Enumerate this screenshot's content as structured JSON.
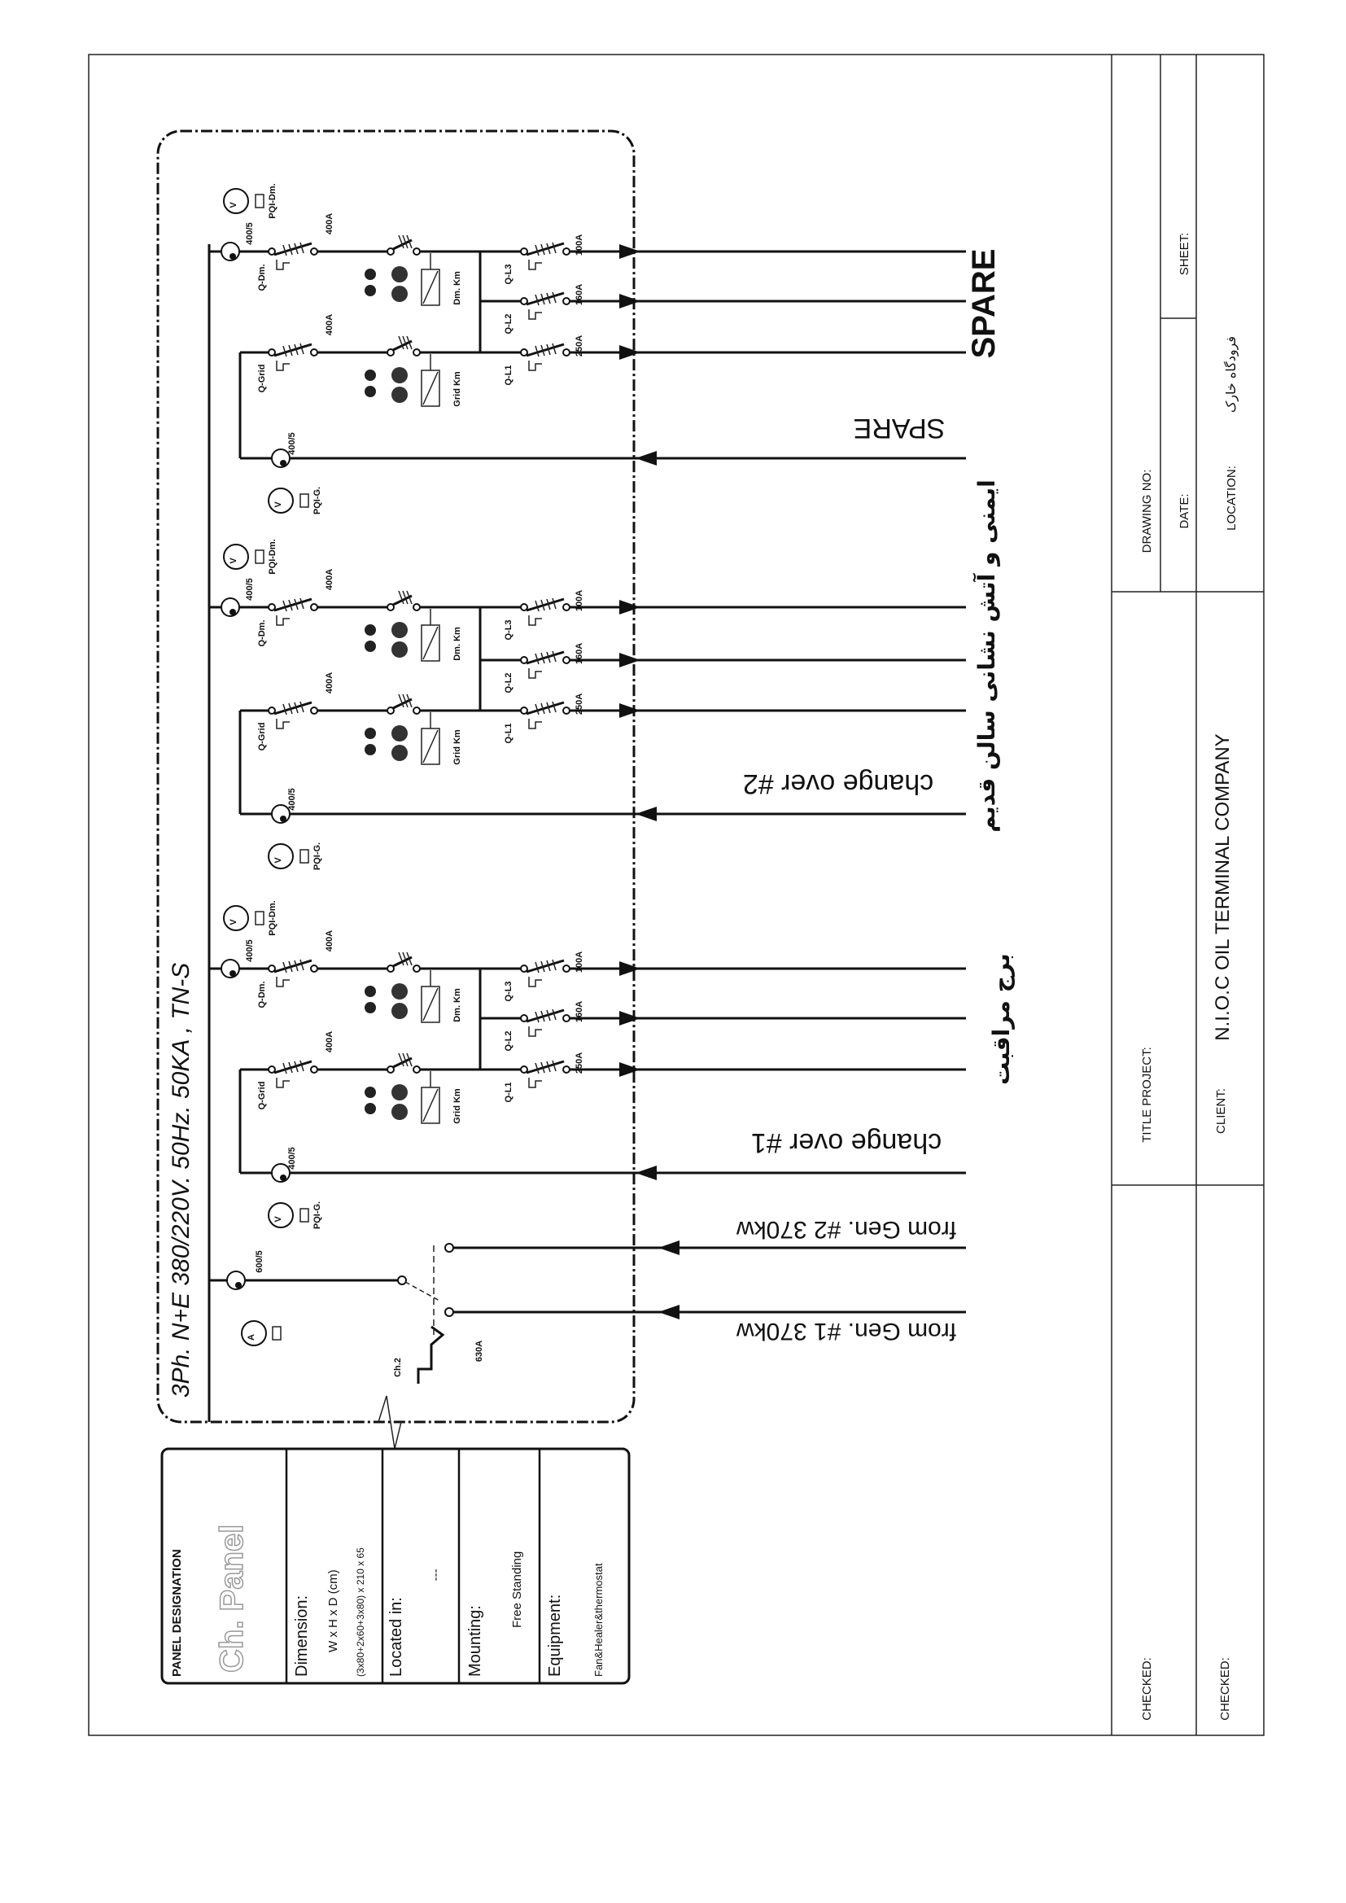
{
  "header": "3Ph.  N+E  380/220V.  50Hz.  50KA  ,  TN-S",
  "groups": [
    {
      "q_dm": "Q-Dm.",
      "q_grid": "Q-Grid",
      "dm_km": "Dm. Km",
      "grid_km": "Grid Km",
      "q_l1": "Q-L1",
      "q_l2": "Q-L2",
      "q_l3": "Q-L3",
      "r_dm": "400A",
      "r_grid": "400A",
      "r_l1": "250A",
      "r_l2": "160A",
      "r_l3": "100A",
      "ct_dm": "400/5",
      "ct_grid": "400/5",
      "v_dm": "V",
      "v_grid": "V",
      "pqi_dm": "PQI-Dm.",
      "pqi_grid": "PQI-G.",
      "input_label": "SPARE",
      "output_label": "SPARE"
    },
    {
      "q_dm": "Q-Dm.",
      "q_grid": "Q-Grid",
      "dm_km": "Dm. Km",
      "grid_km": "Grid Km",
      "q_l1": "Q-L1",
      "q_l2": "Q-L2",
      "q_l3": "Q-L3",
      "r_dm": "400A",
      "r_grid": "400A",
      "r_l1": "250A",
      "r_l2": "160A",
      "r_l3": "100A",
      "ct_dm": "400/5",
      "ct_grid": "400/5",
      "v_dm": "V",
      "v_grid": "V",
      "pqi_dm": "PQI-Dm.",
      "pqi_grid": "PQI-G.",
      "input_label": "change over  #2",
      "output_label": "ایمنی و آتش نشانی سالن قدیم"
    },
    {
      "q_dm": "Q-Dm.",
      "q_grid": "Q-Grid",
      "dm_km": "Dm. Km",
      "grid_km": "Grid Km",
      "q_l1": "Q-L1",
      "q_l2": "Q-L2",
      "q_l3": "Q-L3",
      "r_dm": "400A",
      "r_grid": "400A",
      "r_l1": "250A",
      "r_l2": "160A",
      "r_l3": "100A",
      "ct_dm": "400/5",
      "ct_grid": "400/5",
      "v_dm": "V",
      "v_grid": "V",
      "pqi_dm": "PQI-Dm.",
      "pqi_grid": "PQI-G.",
      "input_label": "change over #1",
      "output_label": "برج مراقبت"
    }
  ],
  "incomer": {
    "ct": "600/5",
    "ammeter": "A",
    "switch_label": "Ch.2",
    "switch_rating": "630A",
    "gen2": "from Gen. #2  370kw",
    "gen1": "from Gen. #1  370kw"
  },
  "panel": {
    "title": "PANEL DESIGNATION",
    "name": "Ch. Panel",
    "dimension_label": "Dimension:",
    "dimension_formula": "W  x  H  x  D (cm)",
    "dimension_value": "(3x80+2x60+3x80) x 210 x 65",
    "located_label": "Located in:",
    "located_value": "---",
    "mounting_label": "Mounting:",
    "mounting_value": "Free Standing",
    "equipment_label": "Equipment:",
    "equipment_value": "Fan&Healer&thermostat"
  },
  "title_block": {
    "checked1": "CHECKED:",
    "checked2": "CHECKED:",
    "title_project": "TITLE PROJECT:",
    "client": "CLIENT:",
    "client_value": "N.I.O.C OIL TERMINAL COMPANY",
    "drawing_no": "DRAWING NO:",
    "date": "DATE:",
    "sheet": "SHEET:",
    "location": "LOCATION:",
    "location_value": "فرودگاه خارک"
  }
}
